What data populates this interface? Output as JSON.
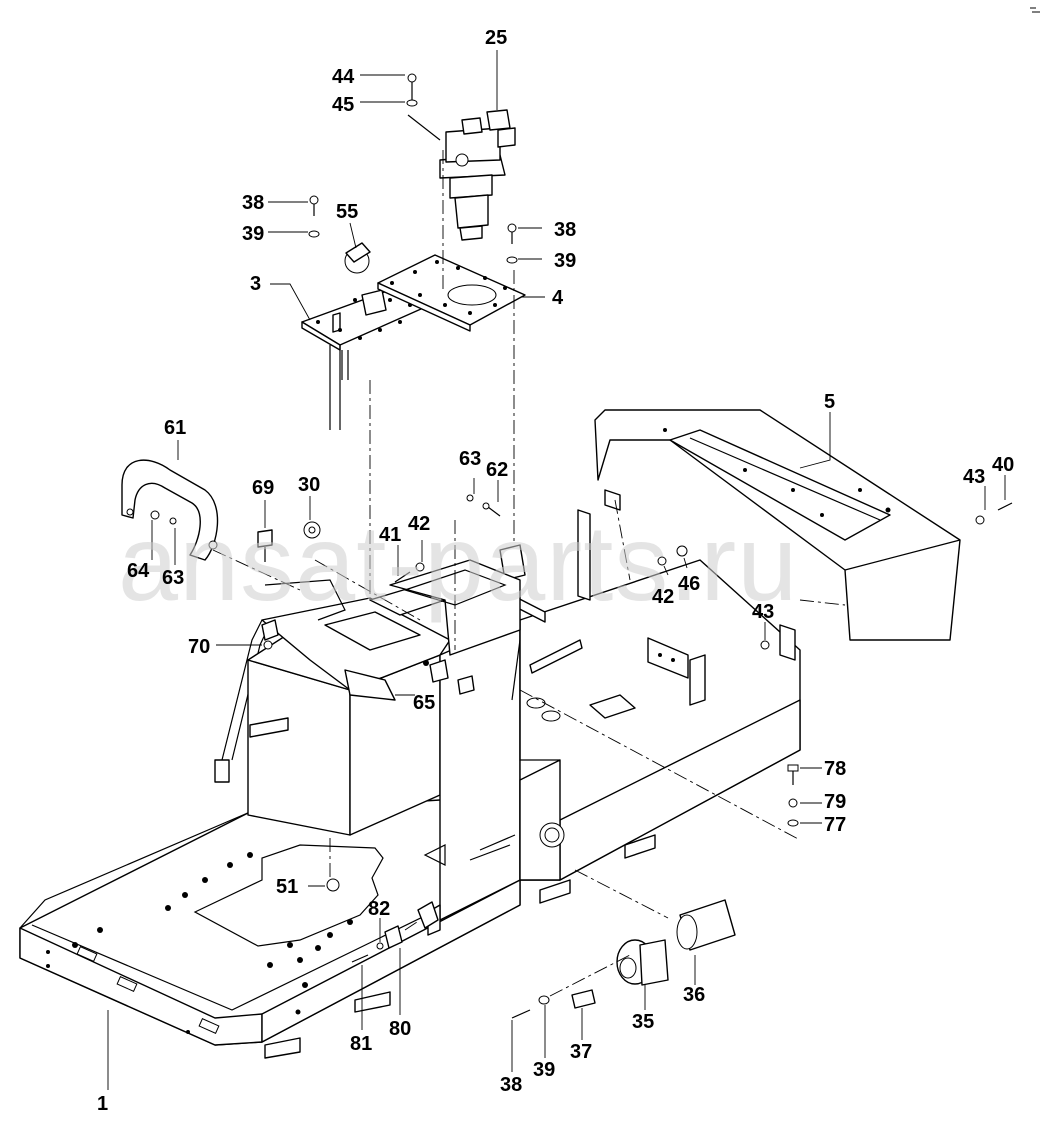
{
  "watermark": "ansat-parts.ru",
  "callouts": [
    {
      "id": "c1",
      "text": "1"
    },
    {
      "id": "c3",
      "text": "3"
    },
    {
      "id": "c4",
      "text": "4"
    },
    {
      "id": "c5",
      "text": "5"
    },
    {
      "id": "c25",
      "text": "25"
    },
    {
      "id": "c30",
      "text": "30"
    },
    {
      "id": "c35",
      "text": "35"
    },
    {
      "id": "c36",
      "text": "36"
    },
    {
      "id": "c37",
      "text": "37"
    },
    {
      "id": "c38a",
      "text": "38"
    },
    {
      "id": "c38b",
      "text": "38"
    },
    {
      "id": "c38c",
      "text": "38"
    },
    {
      "id": "c39a",
      "text": "39"
    },
    {
      "id": "c39b",
      "text": "39"
    },
    {
      "id": "c39c",
      "text": "39"
    },
    {
      "id": "c40",
      "text": "40"
    },
    {
      "id": "c41",
      "text": "41"
    },
    {
      "id": "c42a",
      "text": "42"
    },
    {
      "id": "c42b",
      "text": "42"
    },
    {
      "id": "c43a",
      "text": "43"
    },
    {
      "id": "c43b",
      "text": "43"
    },
    {
      "id": "c44",
      "text": "44"
    },
    {
      "id": "c45",
      "text": "45"
    },
    {
      "id": "c46",
      "text": "46"
    },
    {
      "id": "c51",
      "text": "51"
    },
    {
      "id": "c55",
      "text": "55"
    },
    {
      "id": "c61",
      "text": "61"
    },
    {
      "id": "c62",
      "text": "62"
    },
    {
      "id": "c63a",
      "text": "63"
    },
    {
      "id": "c63b",
      "text": "63"
    },
    {
      "id": "c64",
      "text": "64"
    },
    {
      "id": "c65",
      "text": "65"
    },
    {
      "id": "c69",
      "text": "69"
    },
    {
      "id": "c70",
      "text": "70"
    },
    {
      "id": "c77",
      "text": "77"
    },
    {
      "id": "c78",
      "text": "78"
    },
    {
      "id": "c79",
      "text": "79"
    },
    {
      "id": "c80",
      "text": "80"
    },
    {
      "id": "c81",
      "text": "81"
    },
    {
      "id": "c82",
      "text": "82"
    }
  ]
}
